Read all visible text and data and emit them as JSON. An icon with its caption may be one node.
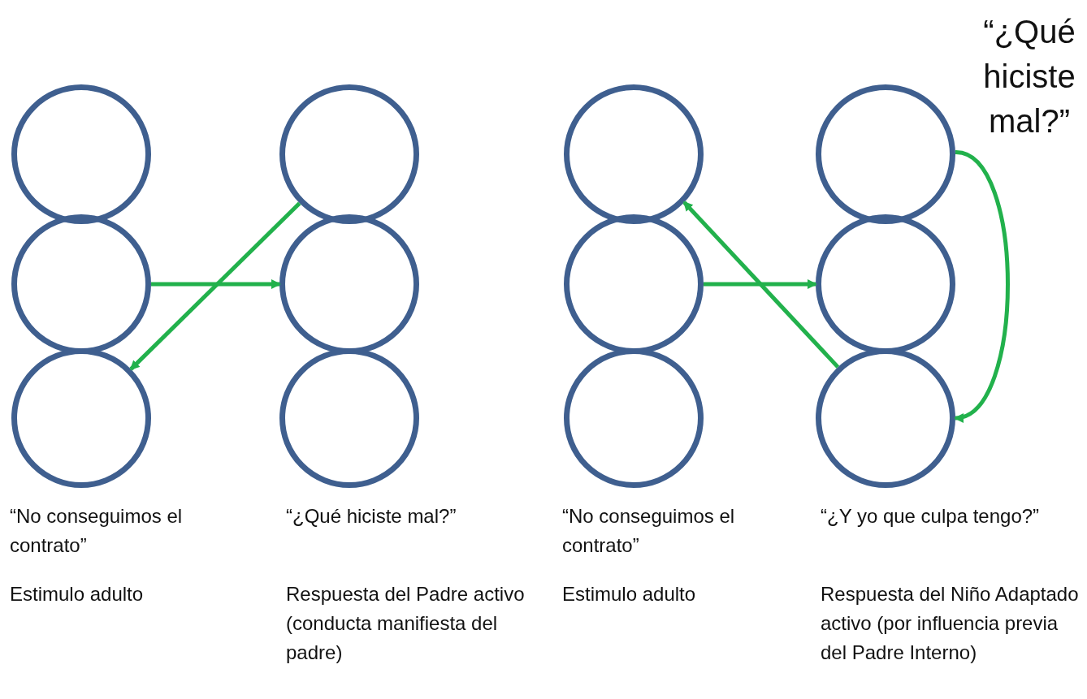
{
  "diagram": {
    "nodes": [
      {
        "text": [],
        "shape": "circle"
      },
      {
        "text": [],
        "shape": "circle"
      },
      {
        "text": [],
        "shape": "circle",
        "beside": [
          "“No conseguimos el contrato”",
          "Estimulo adulto"
        ]
      },
      {
        "text": [],
        "shape": "circle"
      },
      {
        "text": [],
        "shape": "circle"
      },
      {
        "text": [],
        "shape": "circle",
        "beside": [
          "“¿Qué hiciste mal?”",
          "Respuesta del Padre activo (conducta manifiesta del padre)"
        ]
      },
      {
        "text": [],
        "shape": "circle"
      },
      {
        "text": [],
        "shape": "circle"
      },
      {
        "text": [],
        "shape": "circle",
        "beside": [
          "“No conseguimos el contrato”",
          "Estimulo adulto"
        ]
      },
      {
        "text": [],
        "shape": "circle",
        "beside": [
          "“¿Qué hiciste mal?”"
        ]
      },
      {
        "text": [],
        "shape": "circle"
      },
      {
        "text": [],
        "shape": "circle",
        "beside": [
          "“¿Y yo que culpa tengo?”",
          "Respuesta del Niño Adaptado activo (por influencia previa del Padre Interno)"
        ]
      }
    ],
    "edges": [
      {
        "from": 1,
        "to": 4,
        "arrow": "to"
      },
      {
        "from": 3,
        "to": 2,
        "arrow": "to"
      },
      {
        "from": 7,
        "to": 10,
        "arrow": "to"
      },
      {
        "from": 11,
        "to": 6,
        "arrow": "to"
      },
      {
        "from": 9,
        "to": 11,
        "arrow": "to"
      }
    ]
  }
}
